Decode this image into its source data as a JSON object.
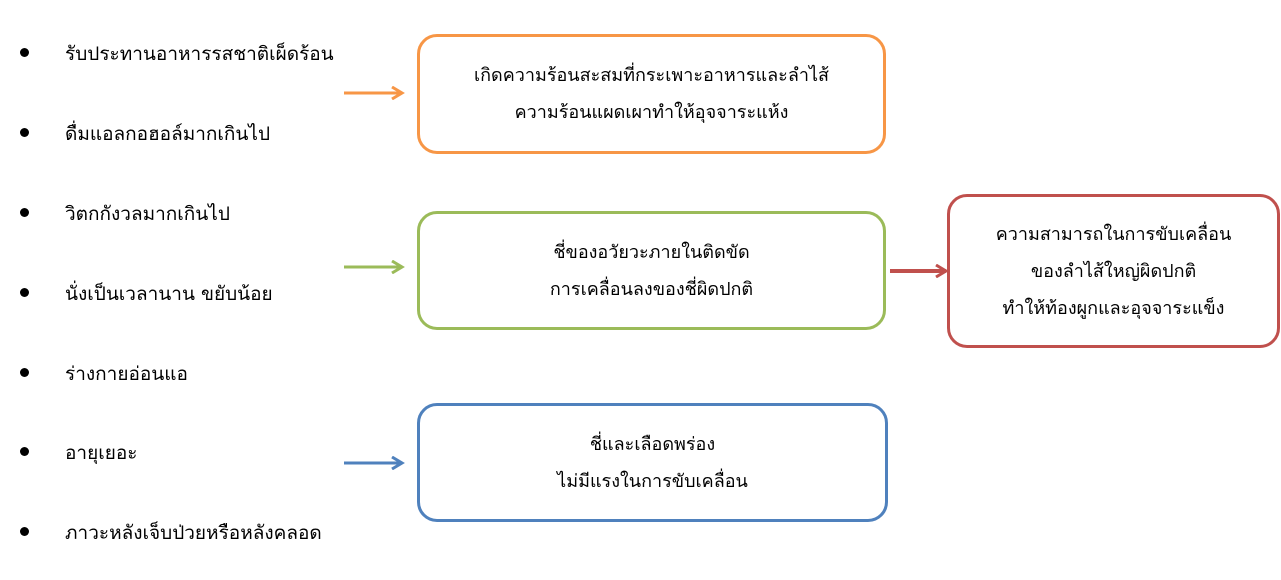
{
  "causes": [
    "รับประทานอาหารรสชาติเผ็ดร้อน",
    "ดื่มแอลกอฮอล์มากเกินไป",
    "วิตกกังวลมากเกินไป",
    "นั่งเป็นเวลานาน ขยับน้อย",
    "ร่างกายอ่อนแอ",
    "อายุเยอะ",
    "ภาวะหลังเจ็บป่วยหรือหลังคลอด"
  ],
  "boxes": {
    "heat": {
      "lines": [
        "เกิดความร้อนสะสมที่กระเพาะอาหารและลำไส้",
        "ความร้อนแผดเผาทำให้อุจจาระแห้ง"
      ],
      "color": "#F79646"
    },
    "qi_stagnation": {
      "lines": [
        "ชี่ของอวัยวะภายในติดขัด",
        "การเคลื่อนลงของชี่ผิดปกติ"
      ],
      "color": "#9BBB59"
    },
    "deficiency": {
      "lines": [
        "ชี่และเลือดพร่อง",
        "ไม่มีแรงในการขับเคลื่อน"
      ],
      "color": "#4F81BD"
    },
    "result": {
      "lines": [
        "ความสามารถในการขับเคลื่อน",
        "ของลำไส้ใหญ่ผิดปกติ",
        "ทำให้ท้องผูกและอุจจาระแข็ง"
      ],
      "color": "#C0504D"
    }
  }
}
